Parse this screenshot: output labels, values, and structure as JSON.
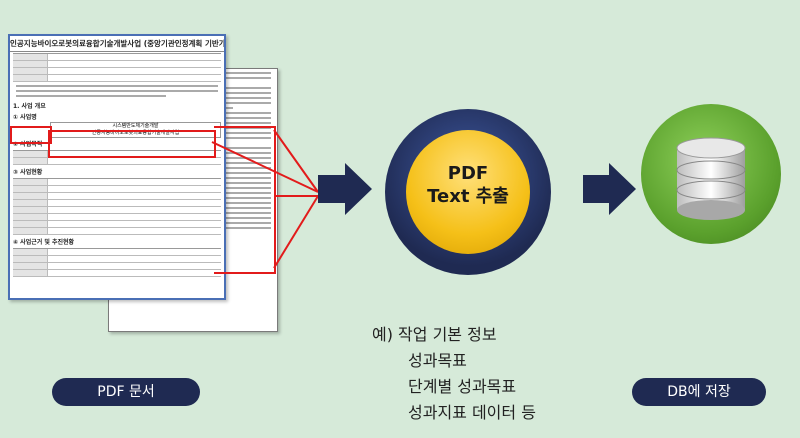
{
  "doc": {
    "title": "인공지능바이오로봇의료융합기술개발사업 (중앙기관인정계획 기반가치 활역용)",
    "section_overview": "1. 사업 개요",
    "section_business": "① 사업명",
    "section_purpose": "② 사업목적",
    "section_status": "③ 사업현황",
    "section_basis": "④ 사업근거 및 추진현황",
    "business_row1": "시스템반도체기술개발",
    "business_row2": "인공지능바이오로봇의료융합기술개발사업"
  },
  "extract_label_line1": "PDF",
  "extract_label_line2": "Text 추출",
  "left_label": "PDF 문서",
  "right_label": "DB에 저장",
  "example": {
    "line1": "예) 작업 기본 정보",
    "line2": "성과목표",
    "line3": "단계별 성과목표",
    "line4": "성과지표 데이터 등"
  },
  "colors": {
    "background": "#d6ead9",
    "arrow": "#1f2a52",
    "pill": "#1f2a52",
    "highlight": "#e21b1b",
    "circle_inner": "#f5c018",
    "db": "#5aa02c"
  }
}
